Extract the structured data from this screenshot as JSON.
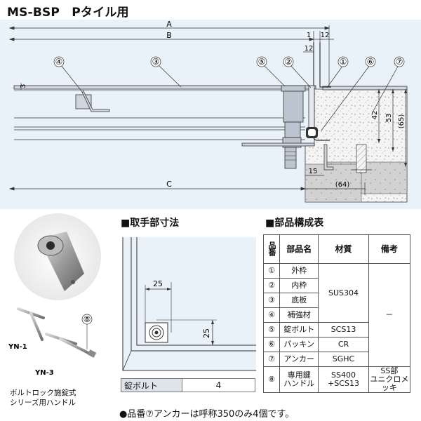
{
  "title": "MS-BSP　Pタイル用",
  "section_view": {
    "dims": {
      "A": "A",
      "B": "B",
      "C": "C",
      "d1": "1",
      "d12a": "12",
      "d12b": "12",
      "d3": "3",
      "d42": "42",
      "d53": "53",
      "d65": "(65)",
      "d15": "15",
      "d64": "(64)"
    },
    "callouts": [
      "④",
      "③",
      "⑤",
      "②",
      "①",
      "⑥",
      "⑦"
    ]
  },
  "handle_section": {
    "heading": "■取手部寸法",
    "dim_h": "25",
    "dim_v": "25",
    "bolt_label": "錠ボルト",
    "bolt_value": "4"
  },
  "handle_photo": {
    "label_yn1": "YN-1",
    "label_yn3": "YN-3",
    "callout": "⑧",
    "caption_line1": "ボルトロック施錠式",
    "caption_line2": "シリーズ用ハンドル"
  },
  "parts_section": {
    "heading": "■部品構成表",
    "headers": {
      "no": "品番",
      "name": "部品名",
      "material": "材質",
      "note": "備考"
    },
    "rows": [
      {
        "no": "①",
        "name": "外枠"
      },
      {
        "no": "②",
        "name": "内枠"
      },
      {
        "no": "③",
        "name": "底板"
      },
      {
        "no": "④",
        "name": "補強材"
      },
      {
        "no": "⑤",
        "name": "錠ボルト",
        "material": "SCS13"
      },
      {
        "no": "⑥",
        "name": "パッキン",
        "material": "CR"
      },
      {
        "no": "⑦",
        "name": "アンカー",
        "material": "SGHC"
      },
      {
        "no": "⑧",
        "name_line1": "専用鍵",
        "name_line2": "ハンドル",
        "material_line1": "SS400",
        "material_line2": "+SCS13",
        "note_line1": "SS部",
        "note_line2": "ユニクロメッキ"
      }
    ],
    "merged_material": "SUS304",
    "merged_note": "－"
  },
  "footnote": "●品番⑦アンカーは呼称350のみ4個です。"
}
